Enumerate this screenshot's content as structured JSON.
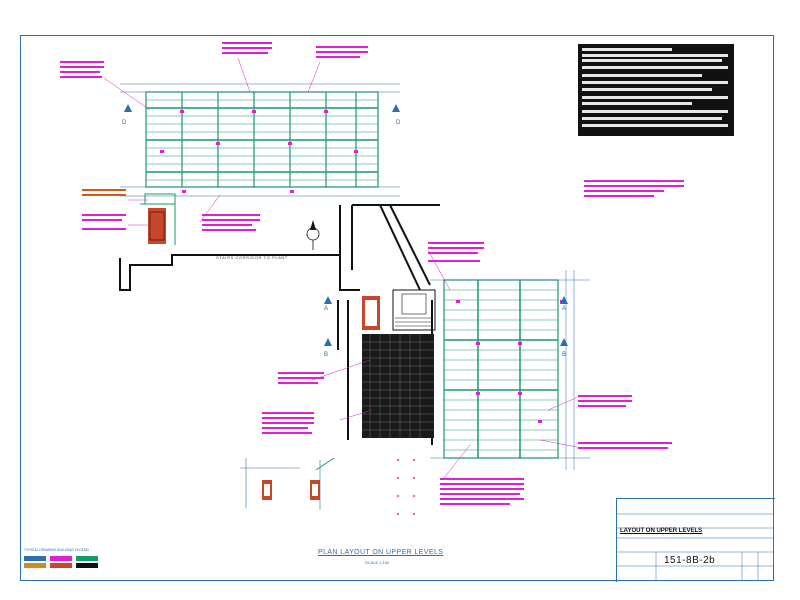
{
  "drawing": {
    "title": "PLAN LAYOUT ON UPPER LEVELS",
    "scale": "SCALE 1:100",
    "drawing_number": "151-8B-2b",
    "legend_title": "TYPICAL DRAWING BUILDING LEGEND",
    "sheet_label": "LAYOUT ON UPPER LEVELS",
    "corridor_label": "STAIRS CORRIDOR TO PLANT",
    "grid_tags": [
      "D",
      "D",
      "A",
      "A",
      "B",
      "B"
    ]
  },
  "colors": {
    "border": "#2a6fb0",
    "steel": "#1a9a6a",
    "notes_pink": "#e01fd0",
    "wall": "#111111",
    "brick": "#c8462a",
    "dim_blue": "#2a6fb0"
  },
  "icons": [
    "north-arrow-icon",
    "section-marker-icon"
  ]
}
